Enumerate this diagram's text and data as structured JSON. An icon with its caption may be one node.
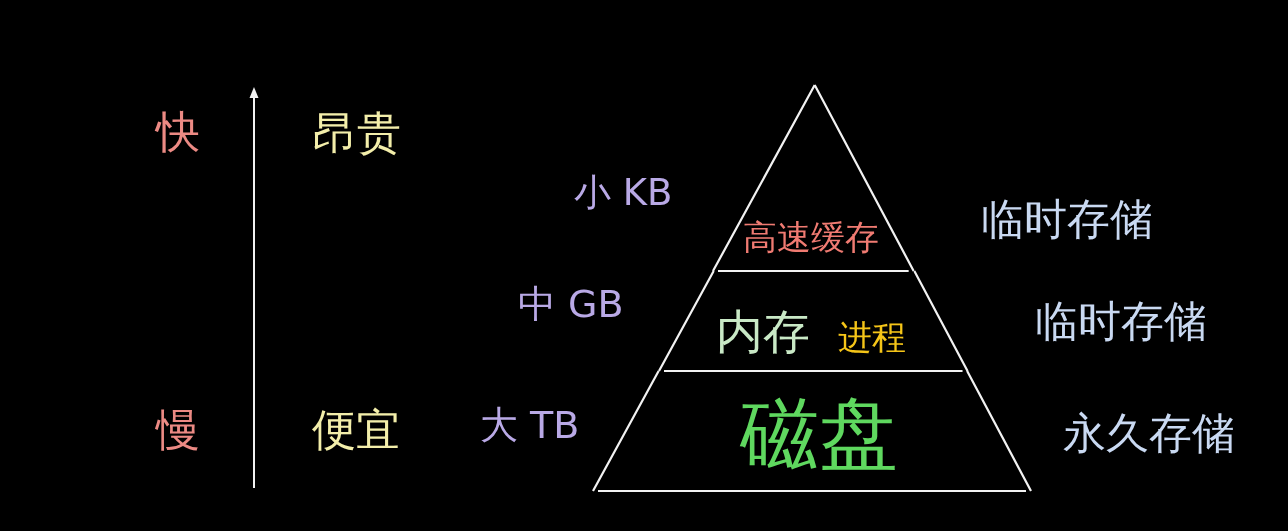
{
  "diagram": {
    "nodes": [
      {
        "text": [
          "高速缓存"
        ],
        "beside": [
          "小 KB"
        ]
      },
      {
        "text": [
          "内存",
          "进程"
        ],
        "beside": [
          "中 GB"
        ]
      },
      {
        "text": [
          "磁盘"
        ],
        "beside": [
          "大 TB"
        ]
      }
    ],
    "labels": [
      "快",
      "昂贵",
      "临时存储",
      "临时存储",
      "慢",
      "便宜",
      "永久存储"
    ]
  }
}
